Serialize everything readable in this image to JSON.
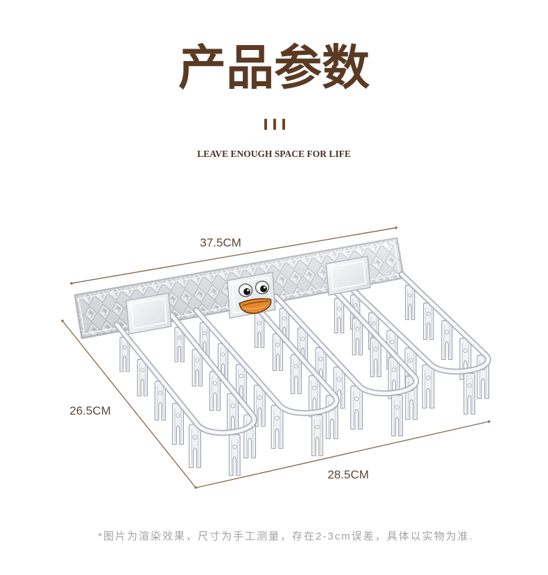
{
  "header": {
    "title": "产品参数",
    "subtitle": "LEAVE ENOUGH SPACE FOR LIFE",
    "divider_icon": "three-vertical-bars-icon"
  },
  "product": {
    "icon": "acrylic-clothes-clip-hanger",
    "sticker_icon": "duck-face-sticker"
  },
  "dimensions": {
    "top_length": "37.5CM",
    "side_depth": "26.5CM",
    "front_width": "28.5CM"
  },
  "footnote": "*图片为渲染效果，尺寸为手工测量，存在2-3cm误差，具体以实物为准.",
  "colors": {
    "title": "#5b3a24",
    "accent": "#6f4427",
    "subtitle": "#4b3323",
    "dimension_line": "#8b6d55",
    "dimension_text": "#5b4636",
    "footnote": "#a2a2a2",
    "background": "#ffffff",
    "sticker_mouth": "#e5892c"
  }
}
